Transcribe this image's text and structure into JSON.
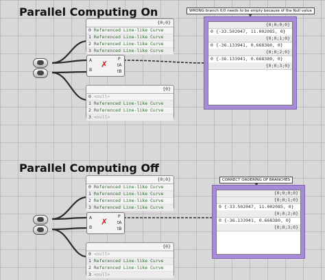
{
  "top": {
    "title": "Parallel Computing On",
    "panel_a": {
      "header": "{0;0}",
      "rows": [
        {
          "index": "0",
          "text": "Referenced Line-like Curve"
        },
        {
          "index": "1",
          "text": "Referenced Line-like Curve"
        },
        {
          "index": "2",
          "text": "Referenced Line-like Curve"
        },
        {
          "index": "3",
          "text": "Referenced Line-like Curve"
        }
      ]
    },
    "panel_b": {
      "header": "{0}",
      "rows": [
        {
          "index": "0",
          "text": "<null>"
        },
        {
          "index": "1",
          "text": "Referenced Line-like Curve"
        },
        {
          "index": "2",
          "text": "Referenced Line-like Curve"
        },
        {
          "index": "3",
          "text": "<null>"
        }
      ]
    },
    "component": {
      "in_a": "A",
      "in_b": "B",
      "out_p": "P",
      "out_ta": "tA",
      "out_tb": "tB"
    },
    "callout": "WRONG branch 0;0 needs to be empty because of the Null value",
    "watch": {
      "branches": [
        {
          "header": "{0;0;0;0}",
          "rows": [
            "0 {-33.502047, 11.002085, 0}"
          ]
        },
        {
          "header": "{0;0;1;0}",
          "rows": [
            "0 {-36.133941, 0.668380, 0}"
          ]
        },
        {
          "header": "{0;0;2;0}",
          "rows": [
            "0 {-36.133941, 0.668380, 0}"
          ]
        },
        {
          "header": "{0;0;3;0}",
          "rows": []
        }
      ]
    }
  },
  "bottom": {
    "title": "Parallel Computing Off",
    "panel_a": {
      "header": "{0;0}",
      "rows": [
        {
          "index": "0",
          "text": "Referenced Line-like Curve"
        },
        {
          "index": "1",
          "text": "Referenced Line-like Curve"
        },
        {
          "index": "2",
          "text": "Referenced Line-like Curve"
        },
        {
          "index": "3",
          "text": "Referenced Line-like Curve"
        }
      ]
    },
    "panel_b": {
      "header": "{0}",
      "rows": [
        {
          "index": "0",
          "text": "<null>"
        },
        {
          "index": "1",
          "text": "Referenced Line-like Curve"
        },
        {
          "index": "2",
          "text": "Referenced Line-like Curve"
        },
        {
          "index": "3",
          "text": "<null>"
        }
      ]
    },
    "component": {
      "in_a": "A",
      "in_b": "B",
      "out_p": "P",
      "out_ta": "tA",
      "out_tb": "tB"
    },
    "callout": "CORRECT ORDERING OF BRANCHES",
    "watch": {
      "branches": [
        {
          "header": "{0;0;0;0}",
          "rows": []
        },
        {
          "header": "{0;0;1;0}",
          "rows": [
            "0 {-33.502047, 11.002085, 0}"
          ]
        },
        {
          "header": "{0;0;2;0}",
          "rows": [
            "0 {-36.133941, 0.668380, 0}"
          ]
        },
        {
          "header": "{0;0;3;0}",
          "rows": []
        }
      ]
    }
  },
  "colors": {
    "canvas": "#d8d8d8",
    "watch_frame": "#a88bd8",
    "value_text": "#2e6e2e",
    "icon_red": "#d01818"
  }
}
